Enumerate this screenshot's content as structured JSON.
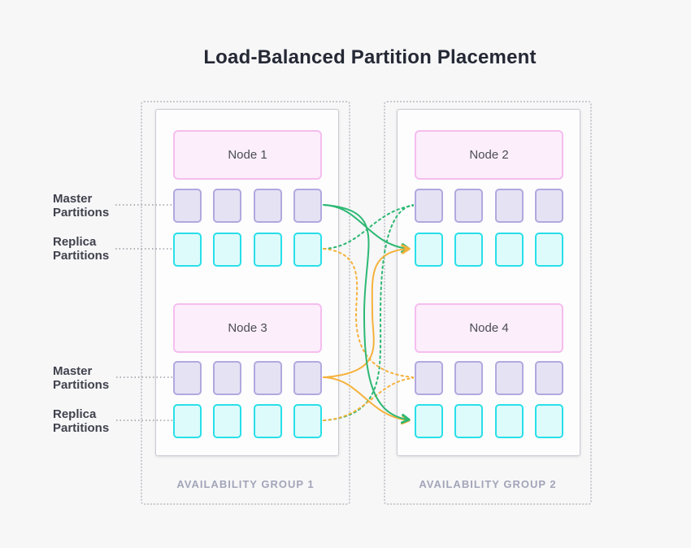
{
  "title": "Load-Balanced Partition Placement",
  "partitions_per_row": 4,
  "colors": {
    "green": "#2db873",
    "orange": "#f5b23c",
    "pink_fill": "#fceefb",
    "pink_border": "#f5bdee",
    "lavender_fill": "#e5e2f4",
    "lavender_border": "#b2a8de",
    "cyan_fill": "#ddfbfb",
    "cyan_border": "#29dfe9",
    "group_border": "#c9c9cf",
    "group_label": "#a2a5b8",
    "leader": "#9c9ca4",
    "title_text": "#252935",
    "side_label_text": "#40424d"
  },
  "side_labels": [
    {
      "line1": "Master",
      "line2": "Partitions"
    },
    {
      "line1": "Replica",
      "line2": "Partitions"
    },
    {
      "line1": "Master",
      "line2": "Partitions"
    },
    {
      "line1": "Replica",
      "line2": "Partitions"
    }
  ],
  "groups": [
    {
      "label": "AVAILABILITY GROUP 1",
      "nodes": [
        {
          "name": "Node 1"
        },
        {
          "name": "Node 3"
        }
      ]
    },
    {
      "label": "AVAILABILITY GROUP 2",
      "nodes": [
        {
          "name": "Node 2"
        },
        {
          "name": "Node 4"
        }
      ]
    }
  ],
  "connections": [
    {
      "from": "node1-master",
      "to": "node2-replica",
      "style": "solid",
      "color": "green"
    },
    {
      "from": "node3-master",
      "to": "node4-replica",
      "style": "solid",
      "color": "orange"
    },
    {
      "from": "node1-replica",
      "to": "node2-master",
      "style": "dashed",
      "color": "green"
    },
    {
      "from": "node3-replica",
      "to": "node2-master",
      "style": "dashed",
      "color": "green"
    },
    {
      "from": "node1-replica",
      "to": "node4-master",
      "style": "dashed",
      "color": "orange"
    },
    {
      "from": "node3-replica",
      "to": "node4-master",
      "style": "dashed",
      "color": "orange"
    },
    {
      "from": "node3-master",
      "to": "node2-replica",
      "style": "solid",
      "color": "orange"
    },
    {
      "from": "node1-master",
      "to": "node4-replica",
      "style": "solid",
      "color": "green"
    }
  ]
}
